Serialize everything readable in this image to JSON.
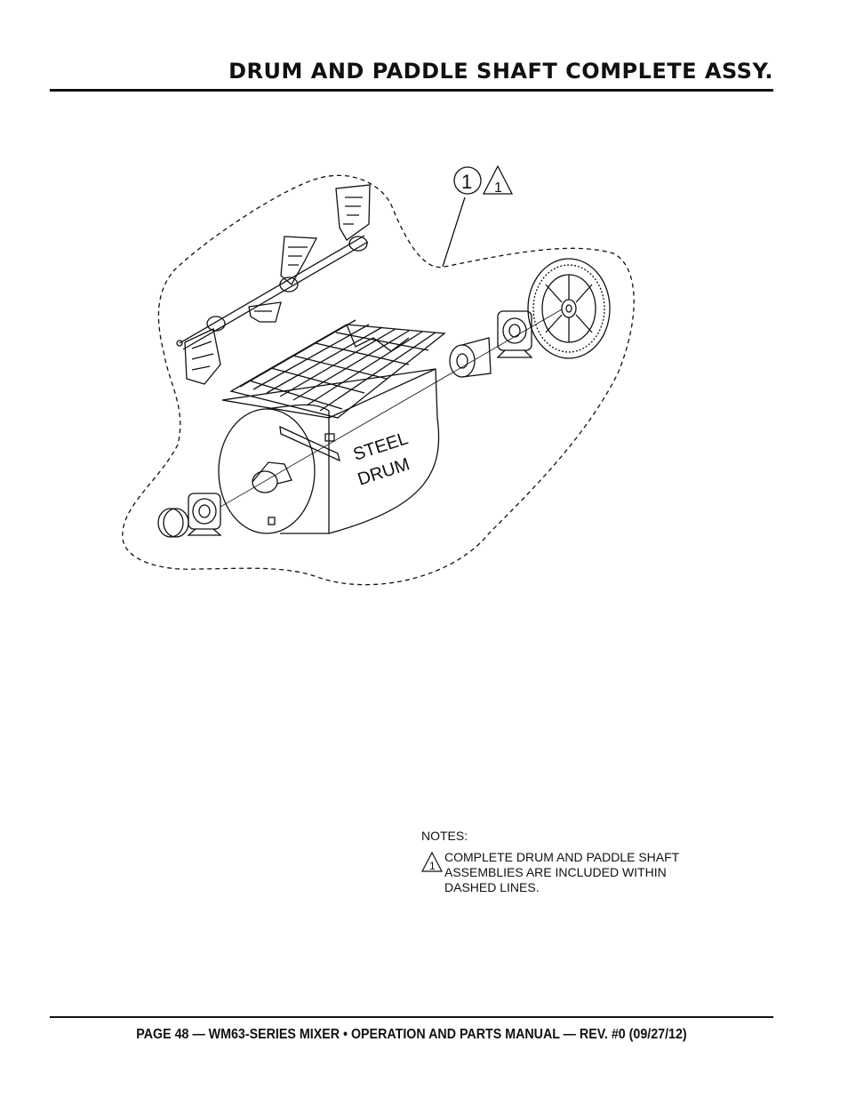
{
  "header": {
    "title": "DRUM AND PADDLE SHAFT COMPLETE ASSY."
  },
  "diagram": {
    "callout_number": "1",
    "callout_note_ref": "1",
    "drum_label_line1": "STEEL",
    "drum_label_line2": "DRUM"
  },
  "notes": {
    "title": "NOTES:",
    "items": [
      {
        "ref": "1",
        "text": "COMPLETE DRUM AND PADDLE SHAFT ASSEMBLIES ARE INCLUDED WITHIN DASHED LINES."
      }
    ]
  },
  "footer": {
    "text": "PAGE 48 — WM63-SERIES MIXER • OPERATION AND PARTS MANUAL — REV. #0 (09/27/12)"
  }
}
